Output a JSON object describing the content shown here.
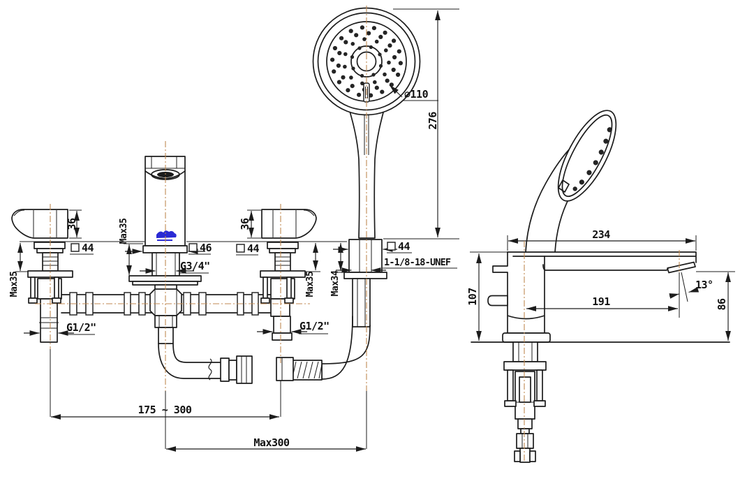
{
  "front_view": {
    "handshower": {
      "diameter": "∅110",
      "height_above_deck": "276"
    },
    "left_handle": {
      "height": "36",
      "escutcheon_square": "44",
      "max_deck_thickness": "Max35",
      "connection": "G1/2\""
    },
    "spout": {
      "max_deck_thickness": "Max35",
      "escutcheon_square": "46",
      "connection": "G3/4\""
    },
    "right_handle": {
      "height": "36",
      "escutcheon_square": "44",
      "max_deck_thickness": "Max35",
      "connection": "G1/2\""
    },
    "shower_holder": {
      "escutcheon_square": "44",
      "connection_thread": "1-1/8-18-UNEF",
      "max_deck_thickness": "Max34"
    },
    "valve_spread": "175 ~ 300",
    "hose_reach": "Max300"
  },
  "side_view": {
    "overall_length": "234",
    "height_above_deck": "107",
    "spout_reach": "191",
    "outlet_height": "86",
    "outlet_angle": "13°"
  },
  "colors": {
    "outline": "#1c1c1c",
    "centerline": "#c08a52",
    "logo": "#2a2ad4",
    "background": "#ffffff"
  }
}
